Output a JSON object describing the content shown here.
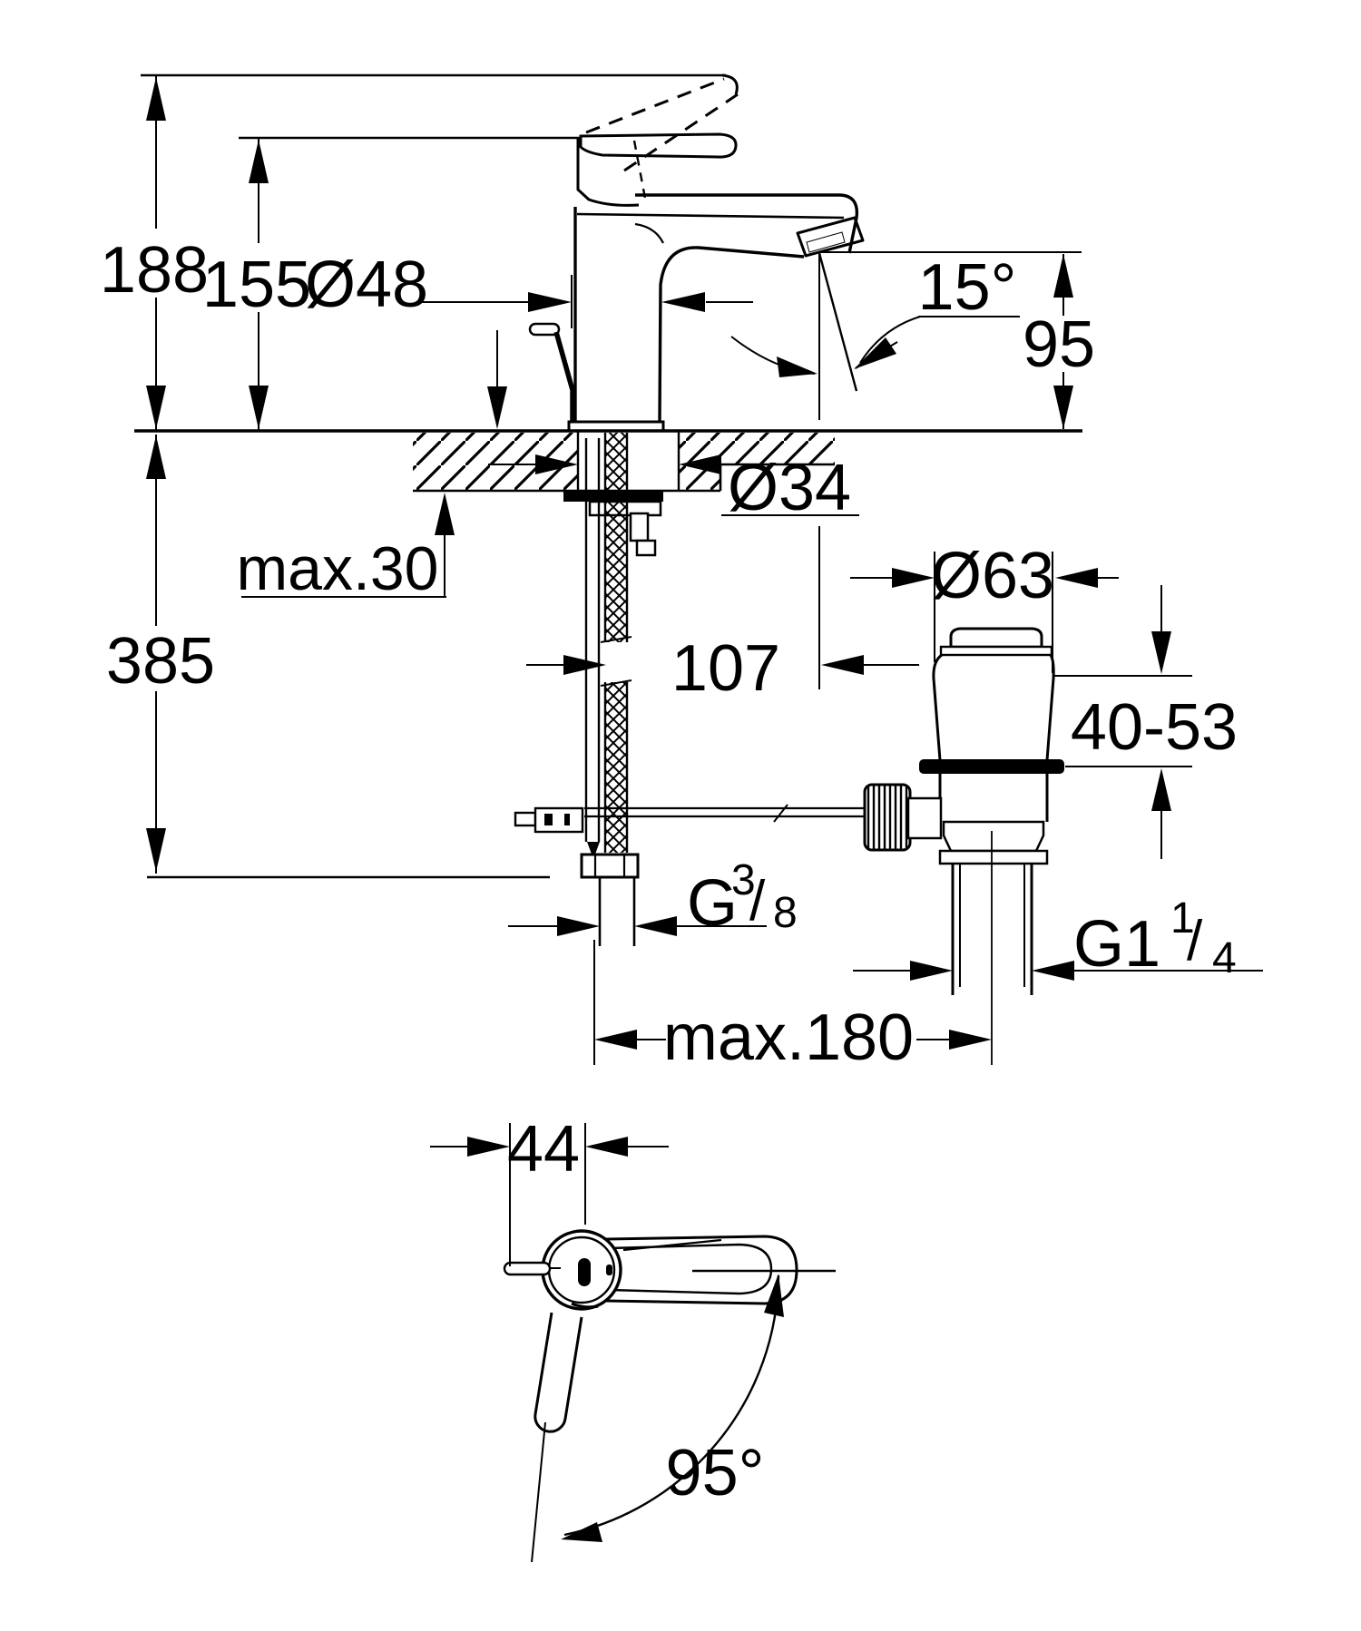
{
  "drawing": {
    "type": "technical-dimension-drawing",
    "subject": "single-lever basin mixer faucet with pop-up waste, front view and top view",
    "units": "mm",
    "front_view": {
      "total_height": "188",
      "spout_top_height": "155",
      "body_diameter": "Ø48",
      "spout_angle": "15°",
      "spout_outlet_height": "95",
      "deck_hole_diameter": "Ø34",
      "deck_thickness": "max.30",
      "depth_below_deck": "385",
      "spout_reach": "107",
      "waste_flange_diameter": "Ø63",
      "clamping_range": "40-53",
      "supply_thread": {
        "main": "G",
        "numerator": "3",
        "slash": "/",
        "denominator": "8"
      },
      "waste_thread": {
        "main": "G1",
        "numerator": "1",
        "slash": "/",
        "denominator": "4"
      },
      "hose_to_waste_distance": "max.180"
    },
    "top_view": {
      "handle_width": "44",
      "handle_swivel_angle": "95°"
    }
  }
}
